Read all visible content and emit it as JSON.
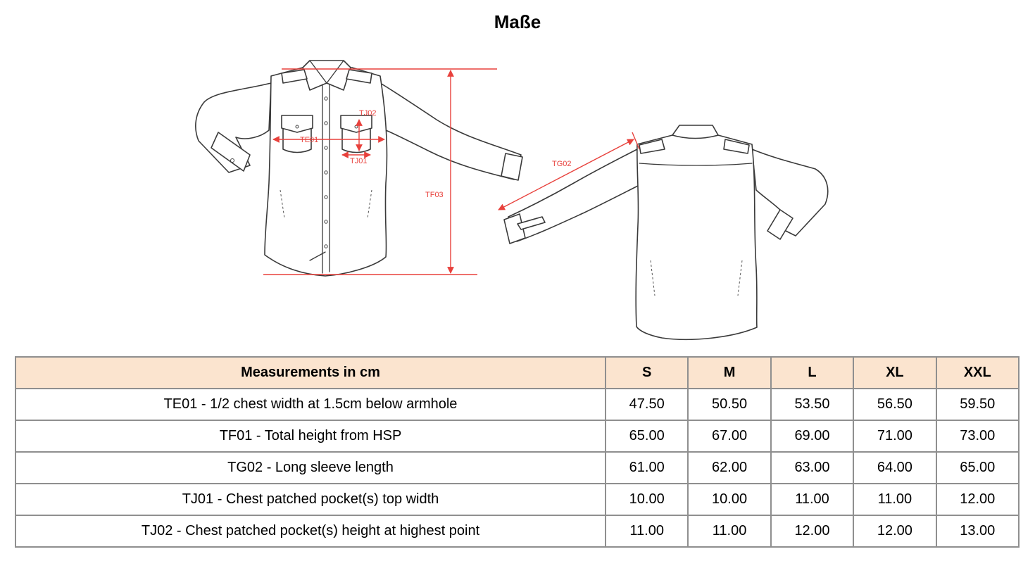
{
  "page": {
    "title": "Maße"
  },
  "diagram": {
    "labels": {
      "te01": "TE01",
      "tf03": "TF03",
      "tj02": "TJ02",
      "tj01": "TJ01",
      "tg02": "TG02"
    }
  },
  "table": {
    "header": [
      "Measurements in cm",
      "S",
      "M",
      "L",
      "XL",
      "XXL"
    ],
    "rows": [
      {
        "label": "TE01 - 1/2 chest width at 1.5cm below armhole",
        "values": [
          "47.50",
          "50.50",
          "53.50",
          "56.50",
          "59.50"
        ]
      },
      {
        "label": "TF01 - Total height from HSP",
        "values": [
          "65.00",
          "67.00",
          "69.00",
          "71.00",
          "73.00"
        ]
      },
      {
        "label": "TG02 - Long sleeve length",
        "values": [
          "61.00",
          "62.00",
          "63.00",
          "64.00",
          "65.00"
        ]
      },
      {
        "label": "TJ01 - Chest patched pocket(s) top width",
        "values": [
          "10.00",
          "10.00",
          "11.00",
          "11.00",
          "12.00"
        ]
      },
      {
        "label": "TJ02 - Chest patched pocket(s) height at highest point",
        "values": [
          "11.00",
          "11.00",
          "12.00",
          "12.00",
          "13.00"
        ]
      }
    ]
  }
}
